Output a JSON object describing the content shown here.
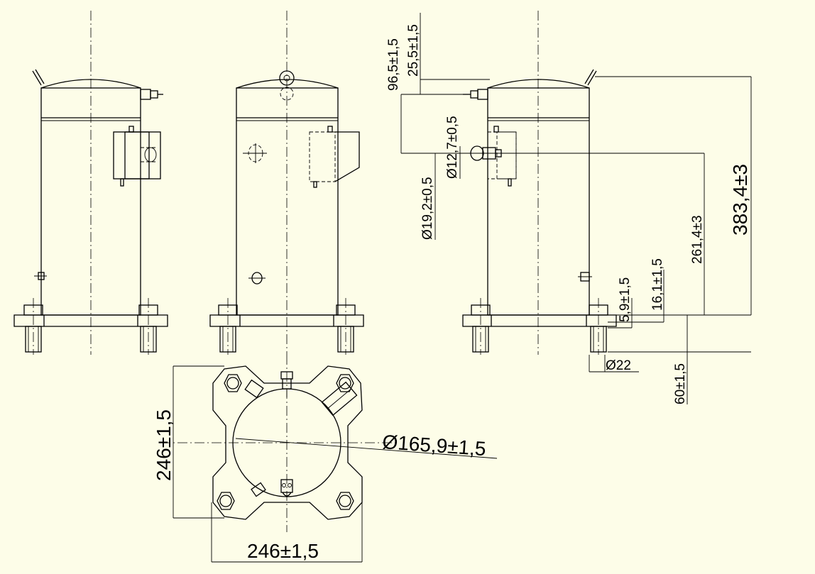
{
  "colors": {
    "background": "#fdfde8",
    "line": "#000000"
  },
  "dimensions": {
    "d_96_5": "96,5±1,5",
    "d_25_5": "25,5±1,5",
    "d_12_7": "Ø12,7±0,5",
    "d_19_2": "Ø19,2±0,5",
    "d_261_4": "261,4±3",
    "d_383_4": "383,4±3",
    "d_16_1": "16,1±1,5",
    "d_5_9": "5,9±1,5",
    "d_22": "Ø22",
    "d_60": "60±1,5",
    "d_246_v": "246±1,5",
    "d_246_h": "246±1,5",
    "d_165_9": "Ø165,9±1,5"
  }
}
